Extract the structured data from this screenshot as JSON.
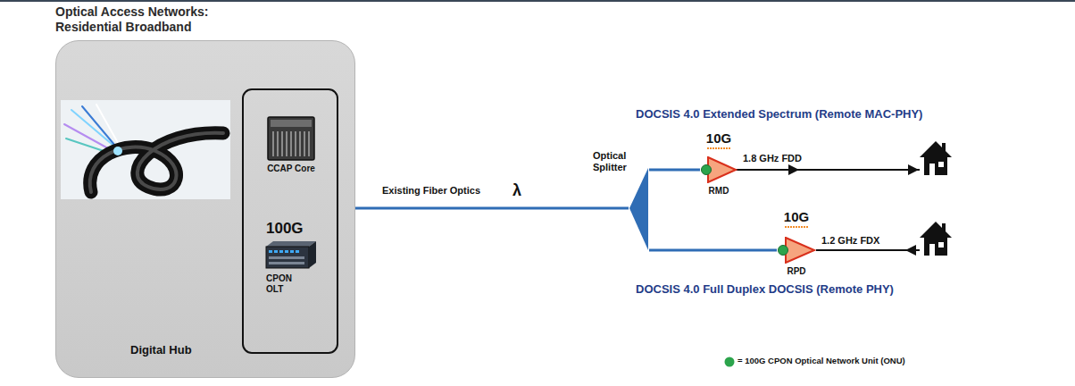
{
  "diagram": {
    "title": "Optical Access Networks: Residential Broadband",
    "nodes": [
      {
        "text": [
          "Digital Hub"
        ]
      },
      {
        "text": [
          "CCAP Core"
        ],
        "in": 0
      },
      {
        "text": [
          "100G",
          "CPON OLT"
        ],
        "in": 0
      },
      {
        "text": [
          "Optical Splitter"
        ]
      },
      {
        "text": [
          "10G",
          "RMD"
        ]
      },
      {
        "text": [
          "10G",
          "RPD"
        ]
      }
    ],
    "edges": [
      {
        "from": 0,
        "to": 3,
        "arrow": "none",
        "label": "Existing Fiber Optics"
      },
      {
        "from": 3,
        "to": 4,
        "arrow": "none"
      },
      {
        "from": 3,
        "to": 5,
        "arrow": "none"
      }
    ],
    "labels": [
      "λ",
      "DOCSIS 4.0 Extended Spectrum (Remote MAC-PHY)",
      "1.8 GHz FDD",
      "1.2 GHz FDX",
      "DOCSIS 4.0 Full Duplex DOCSIS (Remote PHY)"
    ],
    "legend": [
      {
        "text": "= 100G CPON Optical Network Unit (ONU)",
        "color": "#2ca44c"
      }
    ]
  }
}
